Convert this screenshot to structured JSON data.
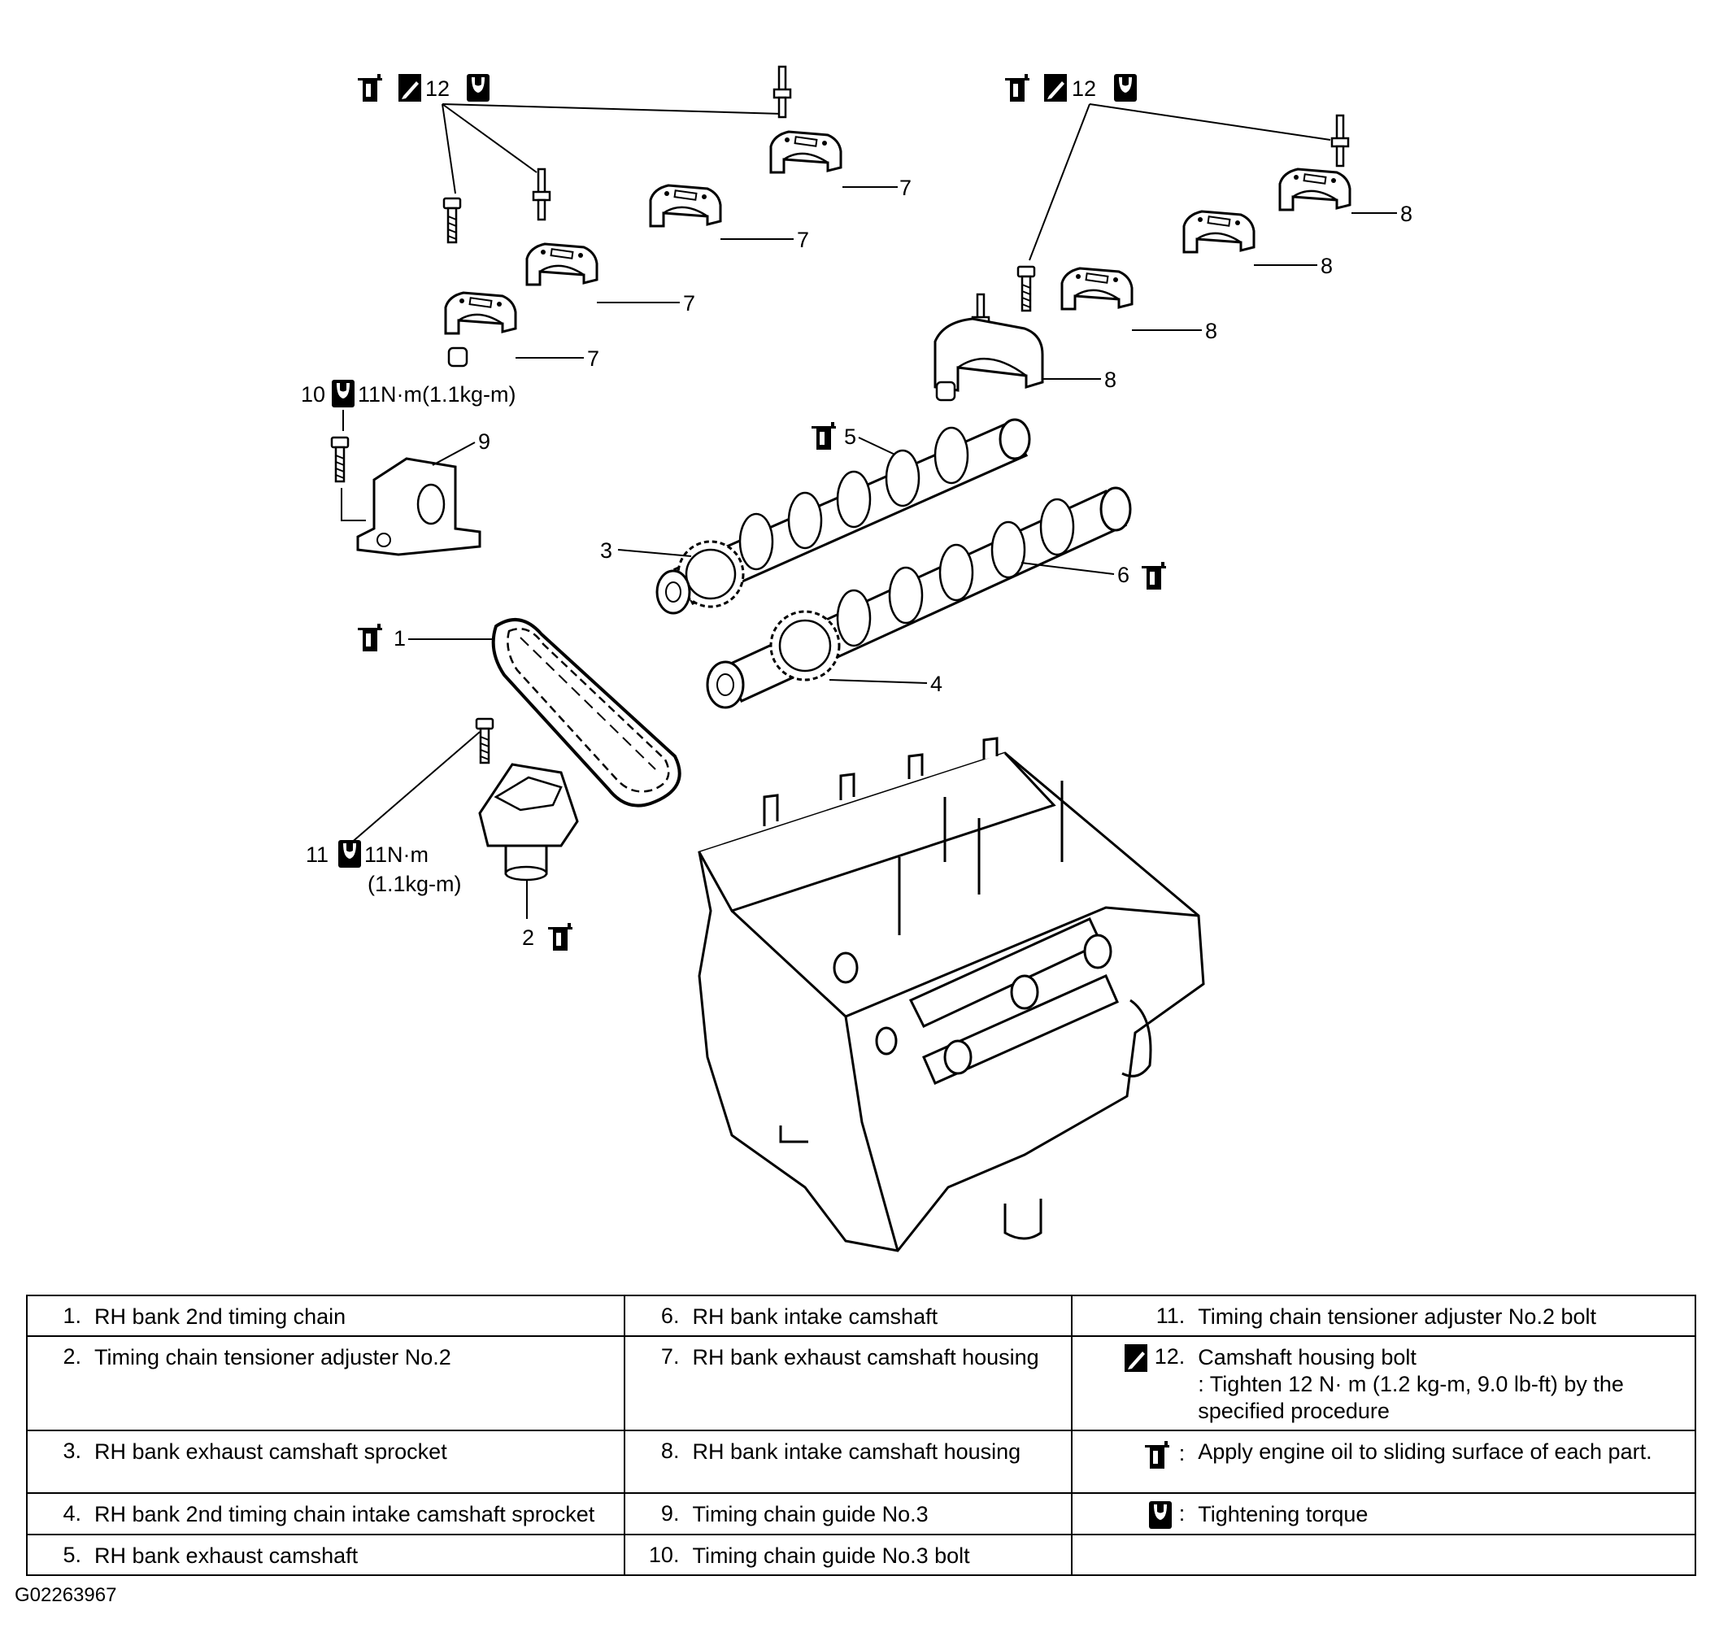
{
  "callouts": {
    "c1": "1",
    "c2": "2",
    "c3": "3",
    "c4": "4",
    "c5": "5",
    "c6": "6",
    "c7": "7",
    "c8": "8",
    "c9": "9",
    "c10": "10",
    "c11": "11",
    "c12a": "12",
    "c12b": "12",
    "torque10": "11N·m(1.1kg-m)",
    "torque11a": "11N·m",
    "torque11b": "(1.1kg-m)"
  },
  "legend": {
    "col1": [
      {
        "num": "1.",
        "text": "RH bank 2nd timing chain"
      },
      {
        "num": "2.",
        "text": "Timing chain tensioner adjuster No.2"
      },
      {
        "num": "3.",
        "text": "RH bank exhaust camshaft sprocket"
      },
      {
        "num": "4.",
        "text": "RH bank 2nd timing chain intake camshaft sprocket"
      },
      {
        "num": "5.",
        "text": "RH bank exhaust camshaft"
      }
    ],
    "col2": [
      {
        "num": "6.",
        "text": "RH bank intake camshaft"
      },
      {
        "num": "7.",
        "text": "RH bank exhaust camshaft housing"
      },
      {
        "num": "8.",
        "text": "RH bank intake camshaft housing"
      },
      {
        "num": "9.",
        "text": "Timing chain guide No.3"
      },
      {
        "num": "10.",
        "text": "Timing chain guide No.3 bolt"
      }
    ],
    "col3": [
      {
        "num": "11.",
        "text": "Timing chain tensioner adjuster No.2 bolt"
      },
      {
        "num": "12.",
        "text": "Camshaft housing bolt",
        "note": ": Tighten 12 N· m (1.2 kg-m, 9.0 lb-ft) by the specified procedure"
      },
      {
        "num": ":",
        "text": "Apply engine oil to sliding surface of each part."
      },
      {
        "num": ":",
        "text": "Tightening torque"
      }
    ]
  },
  "figure_code": "G02263967"
}
